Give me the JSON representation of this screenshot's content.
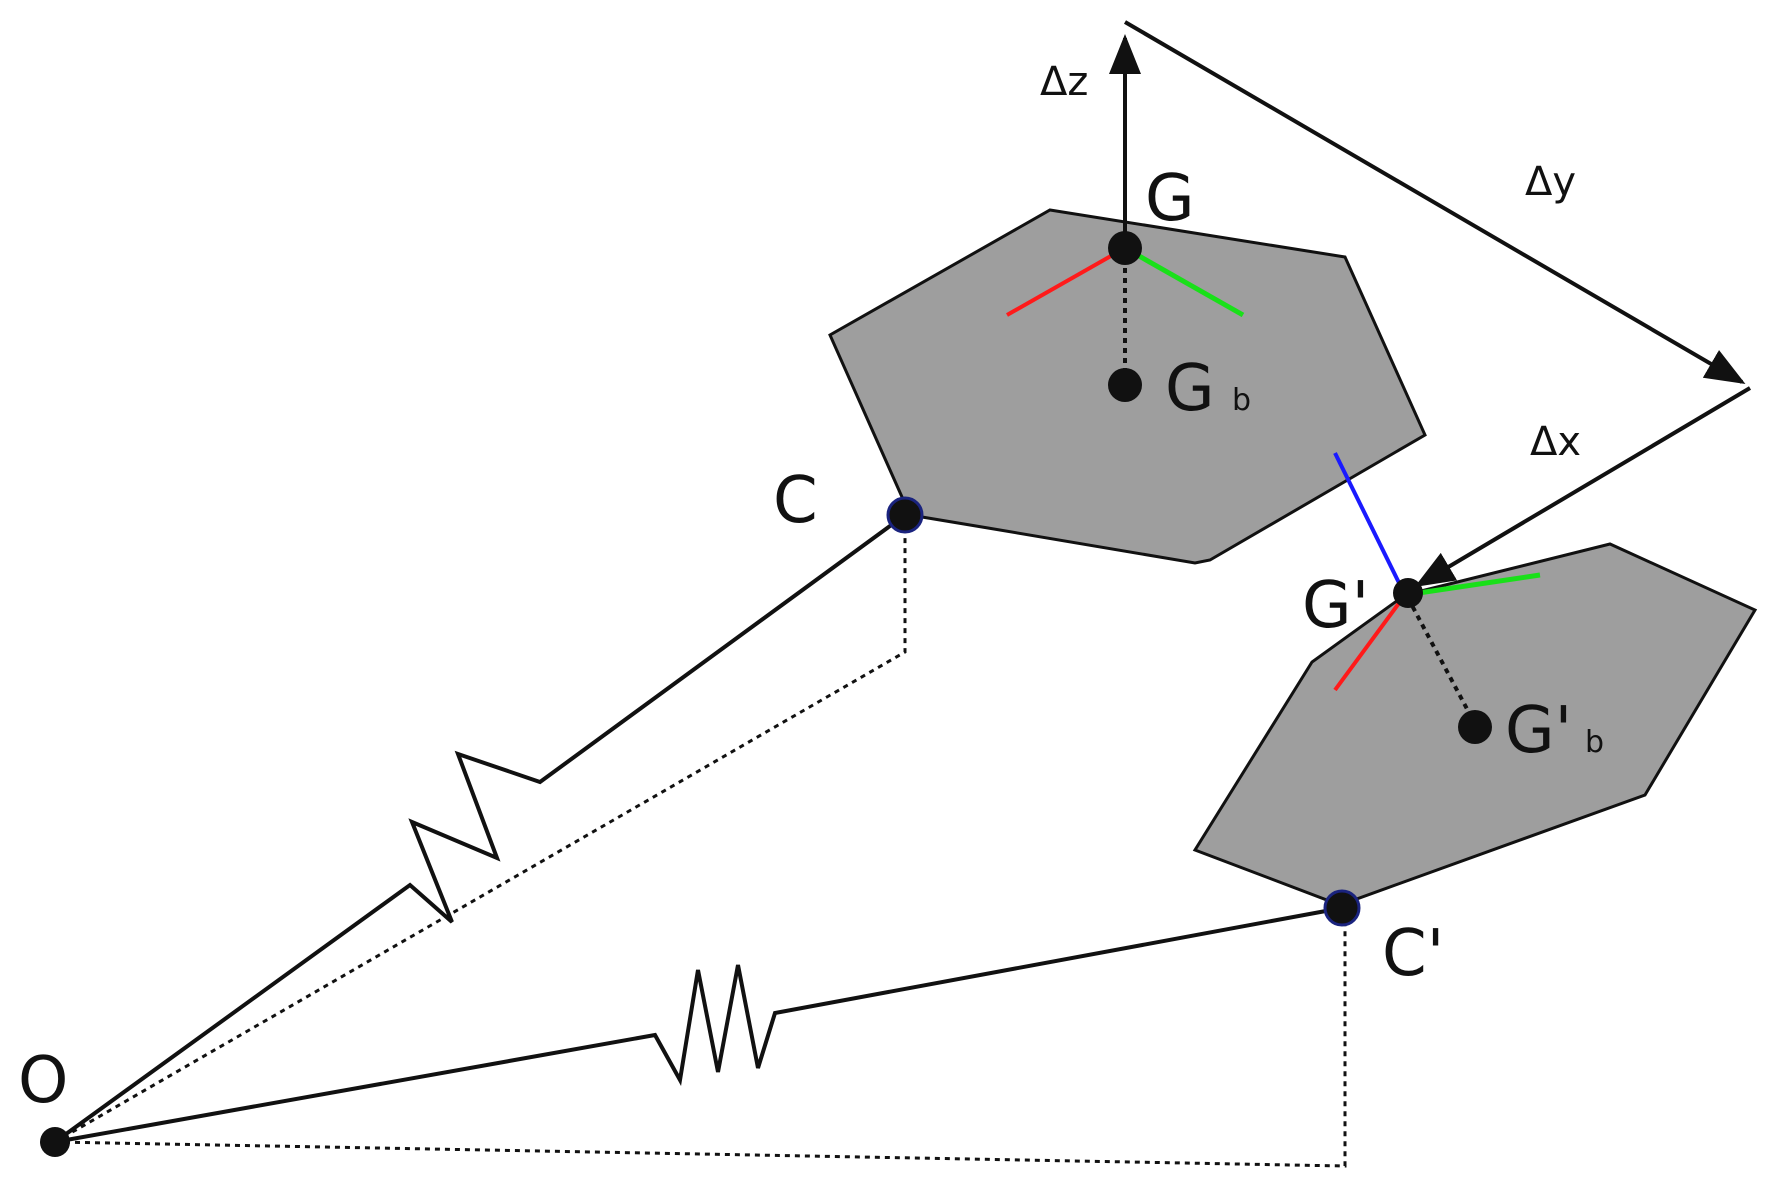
{
  "labels": {
    "origin": "O",
    "point_c": "C",
    "point_c_prime": "C'",
    "point_g": "G",
    "point_g_prime": "G'",
    "point_gb_main": "G",
    "point_gb_sub": "b",
    "point_gpb_main": "G'",
    "point_gpb_sub": "b",
    "delta_x": "Δx",
    "delta_y": "Δy",
    "delta_z": "Δz"
  },
  "colors": {
    "body_fill": "#9e9e9e",
    "line": "#111111",
    "axis_red": "#ff1a1a",
    "axis_green": "#19e019",
    "axis_blue": "#1a1aff",
    "point_outline": "#1a237e"
  }
}
